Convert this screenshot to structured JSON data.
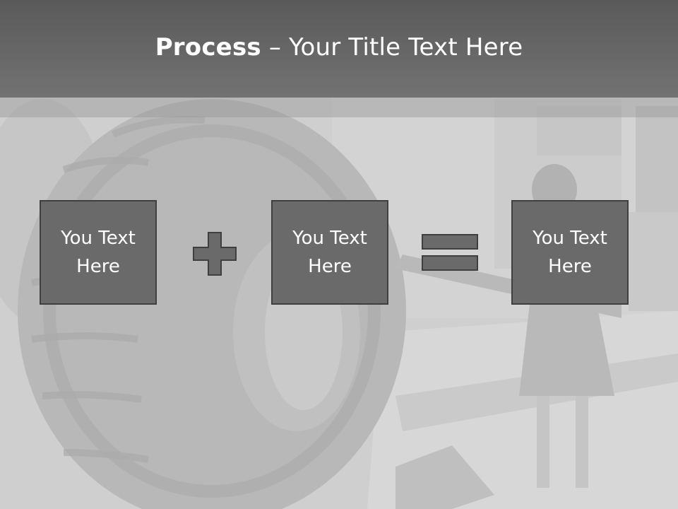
{
  "title": {
    "bold": "Process",
    "rest": " – Your Title Text Here"
  },
  "boxes": [
    {
      "text": "You Text Here"
    },
    {
      "text": "You Text Here"
    },
    {
      "text": "You Text Here"
    }
  ],
  "operators": [
    "plus-icon",
    "equals-icon"
  ],
  "colors": {
    "title_bar": "#656565",
    "box_fill": "#6a6a6a",
    "box_border": "#3f3f3f",
    "text": "#ffffff"
  }
}
